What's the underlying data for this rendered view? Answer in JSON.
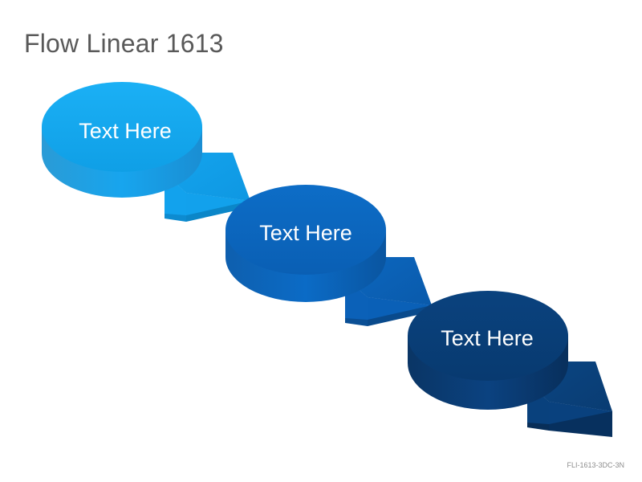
{
  "title": "Flow Linear 1613",
  "footer_code": "FLI-1613-3DC-3N",
  "steps": [
    {
      "label": "Text Here",
      "color": "#11a3ea"
    },
    {
      "label": "Text Here",
      "color": "#0b66bf"
    },
    {
      "label": "Text Here",
      "color": "#073c74"
    }
  ]
}
